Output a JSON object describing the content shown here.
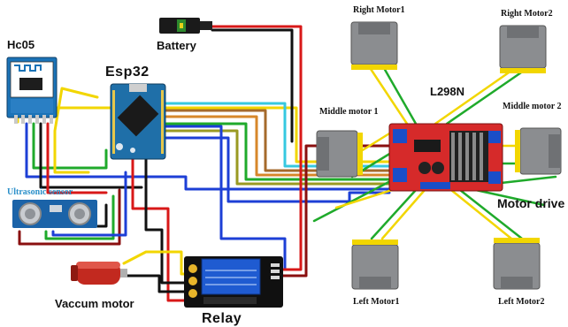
{
  "labels": {
    "hc05": "Hc05",
    "esp32": "Esp32",
    "battery": "Battery",
    "ultrasonic": "Ultrasonic sensor",
    "vacuum_motor": "Vaccum motor",
    "relay": "Relay",
    "right_motor1": "Right Motor1",
    "right_motor2": "Right Motor2",
    "l298n": "L298N",
    "middle_motor1": "Middle motor 1",
    "middle_motor2": "Middle motor 2",
    "motor_driver": "Motor drive",
    "left_motor1": "Left Motor1",
    "left_motor2": "Left Motor2"
  },
  "colors": {
    "wire_yellow": "#f2d600",
    "wire_red": "#d81818",
    "wire_darkred": "#8a0f0f",
    "wire_green": "#1faa2b",
    "wire_blue": "#1d3fd6",
    "wire_black": "#111111",
    "wire_cyan": "#36c8e0",
    "wire_orange": "#d7872a",
    "board_blue": "#1b73b7",
    "board_red": "#d32323",
    "motor_grey": "#8b8d90"
  }
}
